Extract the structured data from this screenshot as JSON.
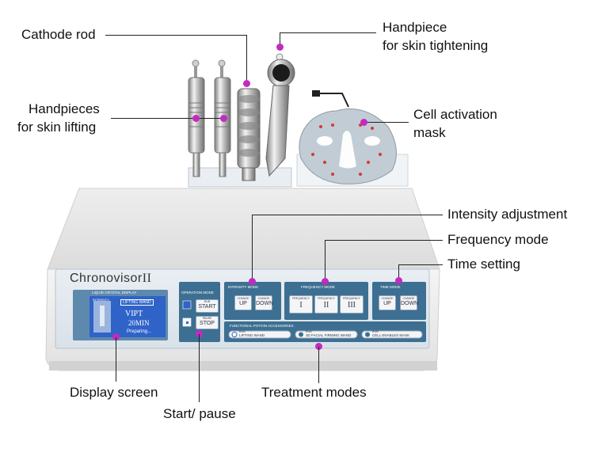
{
  "labels": {
    "cathode_rod": "Cathode rod",
    "handpiece_tightening_line1": "Handpiece",
    "handpiece_tightening_line2": "for skin tightening",
    "handpieces_lifting_line1": "Handpieces",
    "handpieces_lifting_line2": "for skin lifting",
    "cell_mask_line1": "Cell activation",
    "cell_mask_line2": "mask",
    "intensity_adjustment": "Intensity adjustment",
    "frequency_mode": "Frequency mode",
    "time_setting": "Time setting",
    "display_screen": "Display screen",
    "start_pause": "Start/ pause",
    "treatment_modes": "Treatment modes"
  },
  "device": {
    "brand": "Chronovisor",
    "brand_suffix": "II",
    "lcd_header": "LIQUID CRYSTAL DISPLAY",
    "lcd_intensity": "INTENSITY",
    "lcd_mode": "LIFTING WAND",
    "lcd_freq": "VIPT",
    "lcd_time": "20MIN",
    "lcd_status": "Preparing...",
    "operation_mode": "OPERATION MODE",
    "start_small": "RUN",
    "start": "START",
    "stop_small": "PAUSE",
    "stop": "STOP",
    "intensity_mode": "INTENSITY MODE",
    "change": "CHANGE",
    "up": "UP",
    "down": "DOWN",
    "frequency_mode": "FREQUENCY MODE",
    "frequency": "FREQUENCY",
    "freq_1": "I",
    "freq_2": "II",
    "freq_3": "III",
    "time_mode": "TIME MODE",
    "accessories": "FUNCTIONAL POTION ACCESSORIES",
    "acc_1": "LIFTING WAND",
    "acc_2": "3D FACIAL FIRMING WAND",
    "acc_3": "CELL ENABLES MASK",
    "acc_small": "RUN"
  },
  "colors": {
    "accent": "#c22bc0",
    "panel": "#3d6f92",
    "lcd": "#2f63c8"
  }
}
